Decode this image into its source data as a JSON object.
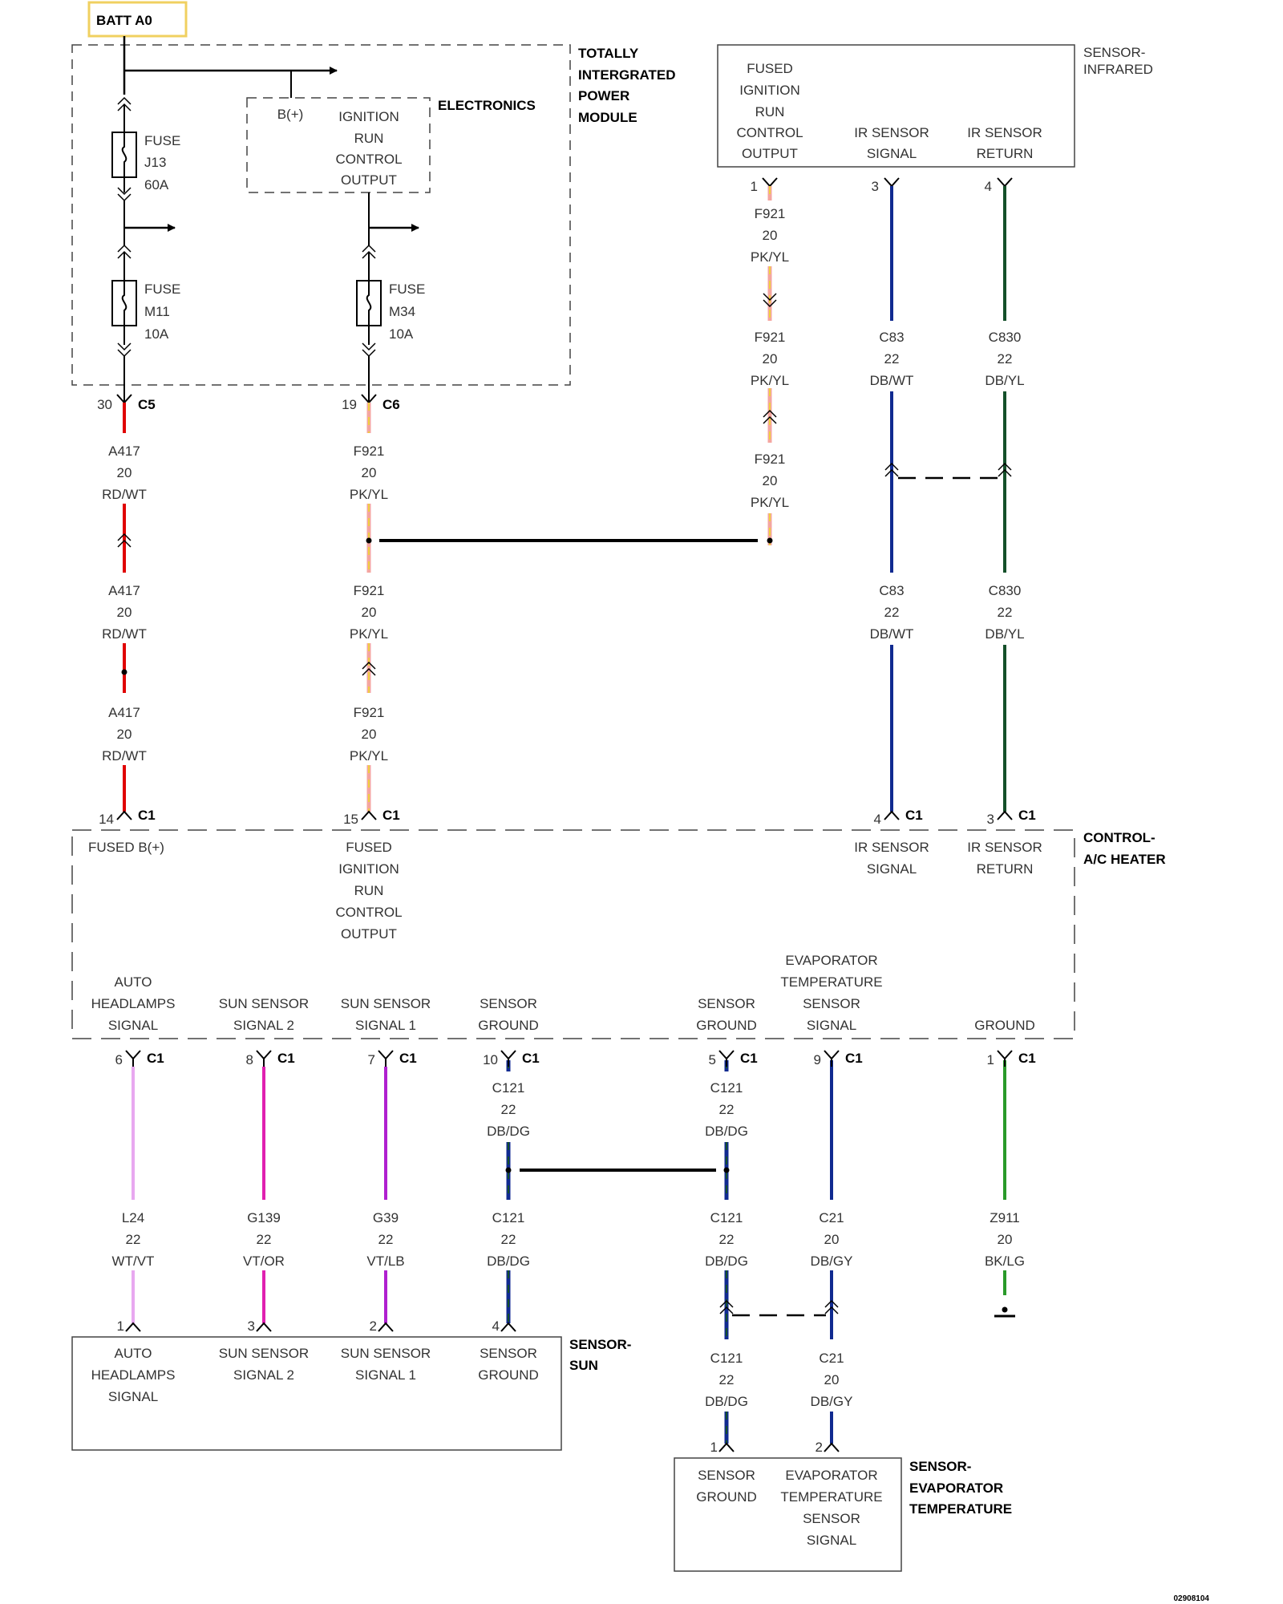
{
  "batt": "BATT A0",
  "tipm": {
    "title": [
      "TOTALLY",
      "INTERGRATED",
      "POWER",
      "MODULE"
    ],
    "electronics": "ELECTRONICS",
    "bplus": "B(+)",
    "ign_output": [
      "IGNITION",
      "RUN",
      "CONTROL",
      "OUTPUT"
    ],
    "fuse_j13": [
      "FUSE",
      "J13",
      "60A"
    ],
    "fuse_m11": [
      "FUSE",
      "M11",
      "10A"
    ],
    "fuse_m34": [
      "FUSE",
      "M34",
      "10A"
    ],
    "c5": {
      "pin": "30",
      "conn": "C5"
    },
    "c6": {
      "pin": "19",
      "conn": "C6"
    }
  },
  "sensor_ir": {
    "title": [
      "SENSOR-",
      "INFRARED"
    ],
    "pin_labels": [
      [
        "FUSED",
        "IGNITION",
        "RUN",
        "CONTROL",
        "OUTPUT"
      ],
      [
        "IR SENSOR",
        "SIGNAL"
      ],
      [
        "IR SENSOR",
        "RETURN"
      ]
    ],
    "pins": [
      "1",
      "3",
      "4"
    ]
  },
  "wires": {
    "a417": [
      "A417",
      "20",
      "RD/WT"
    ],
    "f921": [
      "F921",
      "20",
      "PK/YL"
    ],
    "c83": [
      "C83",
      "22",
      "DB/WT"
    ],
    "c830": [
      "C830",
      "22",
      "DB/YL"
    ],
    "l24": [
      "L24",
      "22",
      "WT/VT"
    ],
    "g139": [
      "G139",
      "22",
      "VT/OR"
    ],
    "g39": [
      "G39",
      "22",
      "VT/LB"
    ],
    "c121": [
      "C121",
      "22",
      "DB/DG"
    ],
    "c21": [
      "C21",
      "20",
      "DB/GY"
    ],
    "z911": [
      "Z911",
      "20",
      "BK/LG"
    ]
  },
  "control": {
    "title": [
      "CONTROL-",
      "A/C HEATER"
    ],
    "conn": "C1",
    "top_pins": [
      {
        "pin": "14",
        "label": [
          "FUSED B(+)"
        ]
      },
      {
        "pin": "15",
        "label": [
          "FUSED",
          "IGNITION",
          "RUN",
          "CONTROL",
          "OUTPUT"
        ]
      },
      {
        "pin": "4",
        "label": [
          "IR SENSOR",
          "SIGNAL"
        ]
      },
      {
        "pin": "3",
        "label": [
          "IR SENSOR",
          "RETURN"
        ]
      }
    ],
    "bottom_pins": [
      {
        "pin": "6",
        "label": [
          "AUTO",
          "HEADLAMPS",
          "SIGNAL"
        ]
      },
      {
        "pin": "8",
        "label": [
          "SUN SENSOR",
          "SIGNAL 2"
        ]
      },
      {
        "pin": "7",
        "label": [
          "SUN SENSOR",
          "SIGNAL 1"
        ]
      },
      {
        "pin": "10",
        "label": [
          "SENSOR",
          "GROUND"
        ]
      },
      {
        "pin": "5",
        "label": [
          "SENSOR",
          "GROUND"
        ]
      },
      {
        "pin": "9",
        "label": [
          "EVAPORATOR",
          "TEMPERATURE",
          "SENSOR",
          "SIGNAL"
        ]
      },
      {
        "pin": "1",
        "label": [
          "GROUND"
        ]
      }
    ]
  },
  "sensor_sun": {
    "title": [
      "SENSOR-",
      "SUN"
    ],
    "pins": [
      {
        "pin": "1",
        "label": [
          "AUTO",
          "HEADLAMPS",
          "SIGNAL"
        ]
      },
      {
        "pin": "3",
        "label": [
          "SUN SENSOR",
          "SIGNAL 2"
        ]
      },
      {
        "pin": "2",
        "label": [
          "SUN SENSOR",
          "SIGNAL 1"
        ]
      },
      {
        "pin": "4",
        "label": [
          "SENSOR",
          "GROUND"
        ]
      }
    ]
  },
  "sensor_evap": {
    "title": [
      "SENSOR-",
      "EVAPORATOR",
      "TEMPERATURE"
    ],
    "pins": [
      {
        "pin": "1",
        "label": [
          "SENSOR",
          "GROUND"
        ]
      },
      {
        "pin": "2",
        "label": [
          "EVAPORATOR",
          "TEMPERATURE",
          "SENSOR",
          "SIGNAL"
        ]
      }
    ]
  },
  "doc_id": "02908104",
  "colors": {
    "red": "#e00000",
    "pink_yellow_base": "#f4a6a0",
    "pink_yellow_stripe": "#f0d040",
    "dark_blue": "#102a90",
    "dark_green": "#14502a",
    "white_violet": "#e8a8f0",
    "violet_magenta": "#e020b0",
    "violet": "#b020d0",
    "green": "#2a9a2a",
    "batt_border": "#f0d060"
  }
}
